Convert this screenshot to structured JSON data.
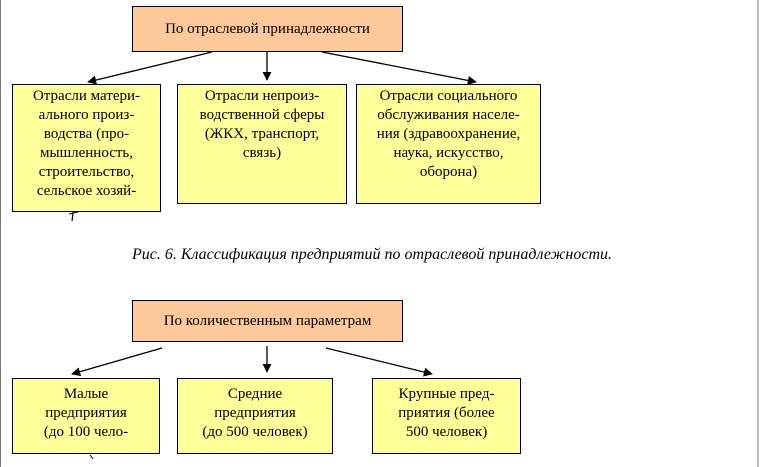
{
  "diagram1": {
    "root": "По отраслевой принадлежности",
    "children": [
      "Отрасли матери-\nального произ-\nводства (про-\nмышленность,\nстроительство,\nсельское хозяй-",
      "Отрасли непроиз-\nводственной сферы\n(ЖКХ, транспорт,\nсвязь)",
      "Отрасли социального\nобслуживания населе-\nния (здравоохранение,\nнаука, искусство,\nоборона)"
    ],
    "caption": "Рис. 6. Классификация предприятий по отраслевой принадлежности."
  },
  "diagram2": {
    "root": "По количественным параметрам",
    "children": [
      "Малые\nпредприятия\n(до 100 чело-",
      "Средние\nпредприятия\n(до 500 человек)",
      "Крупные пред-\nприятия (более\n500 человек)"
    ]
  },
  "colors": {
    "root_fill": "#fbc99a",
    "leaf_fill": "#ffff99"
  }
}
